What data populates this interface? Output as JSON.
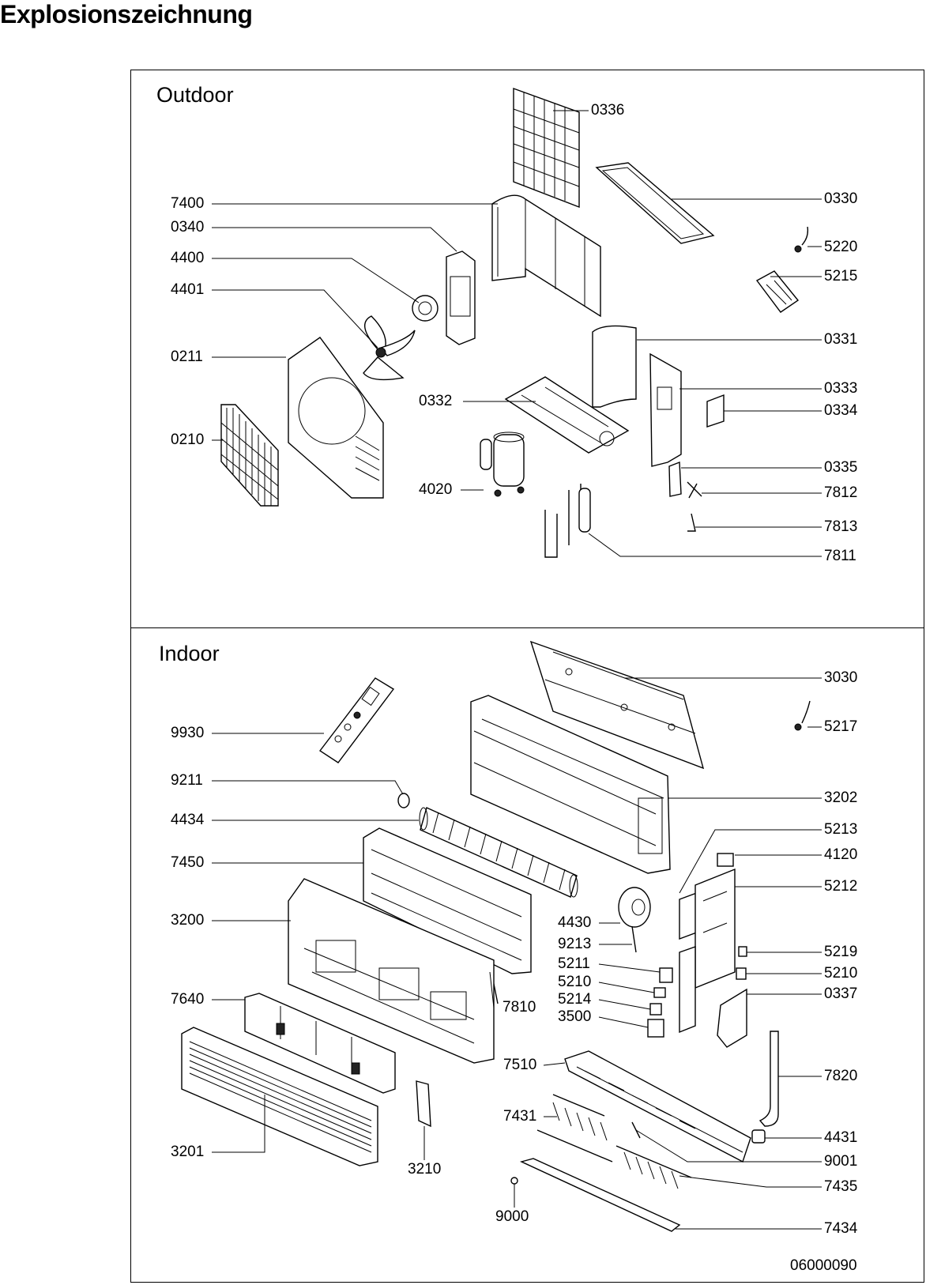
{
  "page": {
    "title": "Explosionszeichnung",
    "drawing_number": "06000090"
  },
  "outdoor": {
    "title": "Outdoor",
    "labels": [
      "0336",
      "7400",
      "0330",
      "0340",
      "5220",
      "4400",
      "5215",
      "4401",
      "0211",
      "0331",
      "0333",
      "0332",
      "0334",
      "0210",
      "0335",
      "4020",
      "7812",
      "7813",
      "7811"
    ]
  },
  "indoor": {
    "title": "Indoor",
    "labels": [
      "3030",
      "5217",
      "9930",
      "9211",
      "3202",
      "4434",
      "5213",
      "4120",
      "7450",
      "5212",
      "4430",
      "3200",
      "9213",
      "5219",
      "5211",
      "5210",
      "5210",
      "0337",
      "5214",
      "7640",
      "7810",
      "3500",
      "7510",
      "7820",
      "7431",
      "4431",
      "3201",
      "3210",
      "9001",
      "7435",
      "9000",
      "7434"
    ]
  }
}
